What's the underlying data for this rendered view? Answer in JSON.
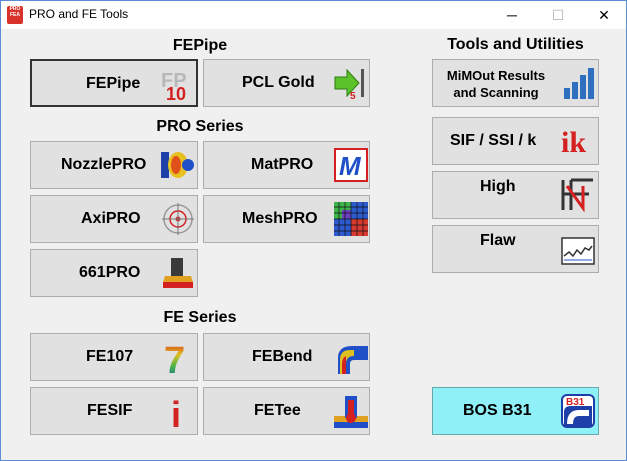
{
  "window": {
    "title": "PRO and FE Tools",
    "minimize": "─",
    "maximize": "☐",
    "close": "✕"
  },
  "app_icon_text": "PRO FEA",
  "sections": {
    "fepipe": "FEPipe",
    "pro": "PRO Series",
    "fe": "FE Series",
    "tools": "Tools and Utilities"
  },
  "buttons": {
    "fepipe": "FEPipe",
    "pcl_gold": "PCL Gold",
    "nozzlepro": "NozzlePRO",
    "matpro": "MatPRO",
    "axipro": "AxiPRO",
    "meshpro": "MeshPRO",
    "pro661": "661PRO",
    "fe107": "FE107",
    "febend": "FEBend",
    "fesif": "FESIF",
    "fetee": "FETee",
    "mimout_line1": "MiMOut Results",
    "mimout_line2": "and Scanning",
    "sif": "SIF / SSI / k",
    "high": "High",
    "flaw": "Flaw",
    "bos": "BOS B31"
  },
  "icon_text": {
    "fepipe_ver": "10",
    "fepipe_fp": "FP",
    "pcl_num": "5",
    "matpro_m": "M",
    "fe107_7": "7",
    "fesif_i": "i",
    "sif_ik": "ik",
    "bos_b31": "B31"
  }
}
